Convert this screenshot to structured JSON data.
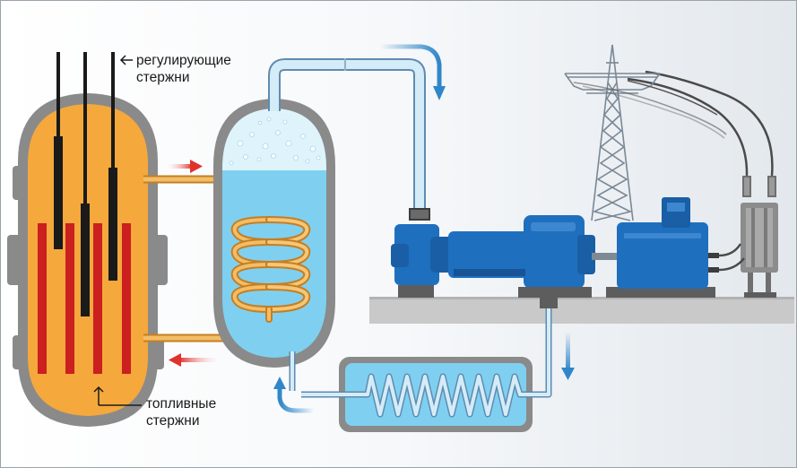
{
  "labels": {
    "control_rods": [
      "регулирующие",
      "стержни"
    ],
    "fuel_rods": [
      "топливные",
      "стержни"
    ]
  },
  "colors": {
    "background": "#eef1f4",
    "reactor_shell": "#8a8a8a",
    "reactor_core": "#f5a83c",
    "fuel_rod": "#cc1f1f",
    "control_rod": "#1a1a1a",
    "hot_pipe": "#e9a23b",
    "water": "#7fd0f0",
    "steam": "#dff3fb",
    "machine_blue": "#1f6fbf",
    "base_gray": "#c8c8c8",
    "heat_arrow": "#e0322c",
    "flow_arrow": "#2f86c8"
  }
}
